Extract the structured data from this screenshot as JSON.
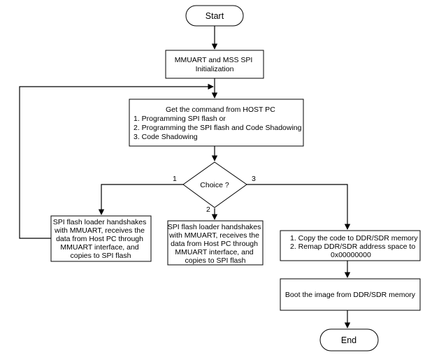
{
  "diagram": {
    "nodes": {
      "start": {
        "lines": [
          "Start"
        ]
      },
      "init": {
        "lines": [
          "MMUART and MSS SPI",
          "Initialization"
        ]
      },
      "command": {
        "lines": [
          "Get the command from HOST PC",
          "1. Programming SPI flash or",
          "2. Programming the SPI flash and Code Shadowing",
          "3. Code Shadowing"
        ]
      },
      "choice": {
        "lines": [
          "Choice ?"
        ]
      },
      "option1": {
        "lines": [
          "SPI flash loader handshakes",
          "with MMUART, receives the",
          "data from Host PC through",
          "MMUART interface, and",
          "copies to SPI flash"
        ]
      },
      "option2": {
        "lines": [
          "SPI flash loader handshakes",
          "with MMUART, receives the",
          "data from Host PC through",
          "MMUART interface, and",
          "copies to SPI flash"
        ]
      },
      "option3": {
        "lines": [
          "1. Copy the code to DDR/SDR memory",
          "2. Remap DDR/SDR address space to",
          "0x00000000"
        ]
      },
      "boot": {
        "lines": [
          "Boot the image from DDR/SDR memory"
        ]
      },
      "end": {
        "lines": [
          "End"
        ]
      }
    },
    "branch_labels": {
      "one": "1",
      "two": "2",
      "three": "3"
    }
  }
}
